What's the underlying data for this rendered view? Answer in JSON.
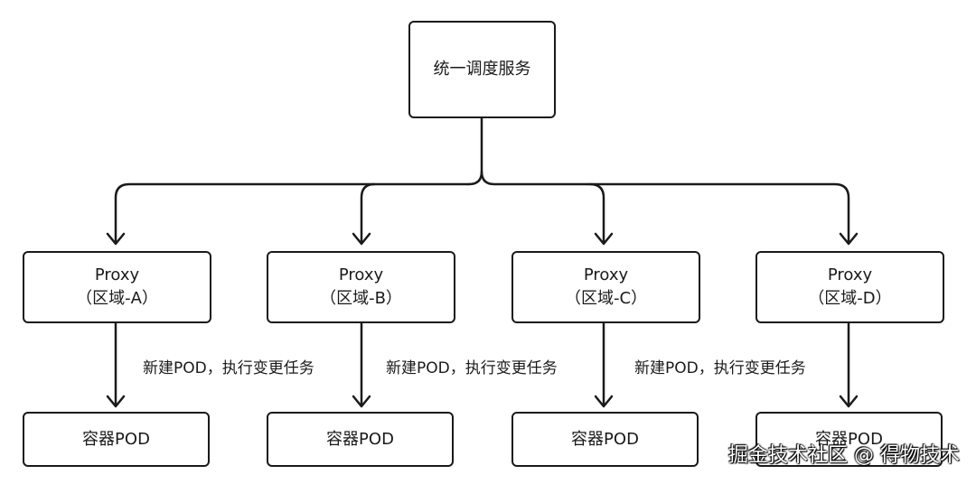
{
  "root": {
    "label": "统一调度服务"
  },
  "proxies": [
    {
      "title": "Proxy",
      "region": "（区域-A）"
    },
    {
      "title": "Proxy",
      "region": "（区域-B）"
    },
    {
      "title": "Proxy",
      "region": "（区域-C）"
    },
    {
      "title": "Proxy",
      "region": "（区域-D）"
    }
  ],
  "edge_label": "新建POD，执行变更任务",
  "pods": [
    {
      "label": "容器POD"
    },
    {
      "label": "容器POD"
    },
    {
      "label": "容器POD"
    },
    {
      "label": "容器POD"
    }
  ],
  "watermark": "掘金技术社区 @ 得物技术",
  "colors": {
    "stroke": "#1a1a1a",
    "background": "#ffffff"
  }
}
